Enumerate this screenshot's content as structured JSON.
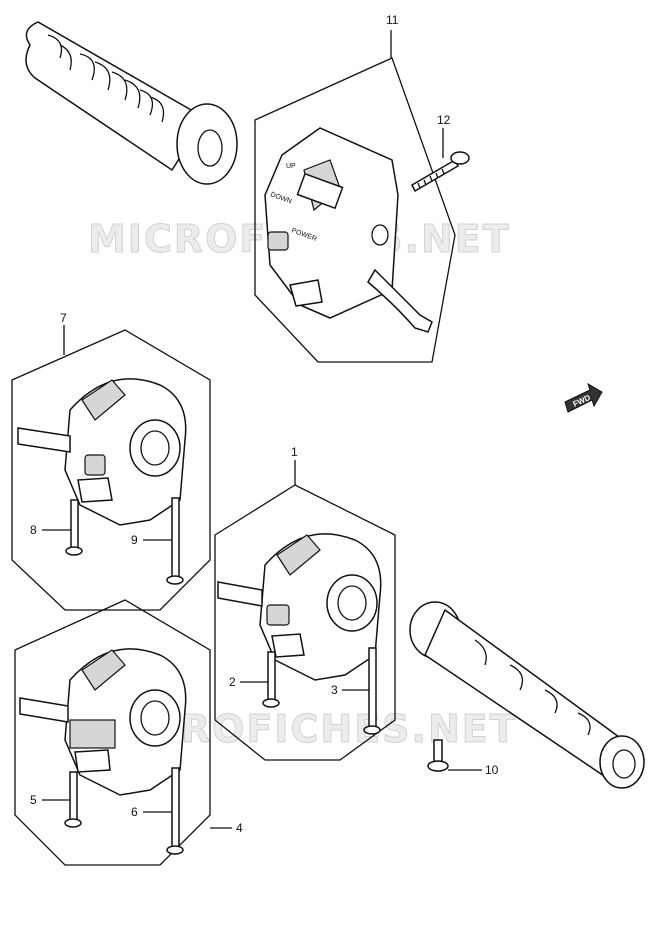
{
  "watermarks": [
    "MICROFICHES.NET",
    "MICROFICHES.NET"
  ],
  "direction_label": "FWD",
  "switch_labels": {
    "up": "UP",
    "down": "DOWN",
    "power": "POWER"
  },
  "callouts": [
    {
      "id": "c1",
      "label": "1"
    },
    {
      "id": "c2",
      "label": "2"
    },
    {
      "id": "c3",
      "label": "3"
    },
    {
      "id": "c4",
      "label": "4"
    },
    {
      "id": "c5",
      "label": "5"
    },
    {
      "id": "c6",
      "label": "6"
    },
    {
      "id": "c7",
      "label": "7"
    },
    {
      "id": "c8",
      "label": "8"
    },
    {
      "id": "c9",
      "label": "9"
    },
    {
      "id": "c10",
      "label": "10"
    },
    {
      "id": "c11",
      "label": "11"
    },
    {
      "id": "c12",
      "label": "12"
    }
  ]
}
